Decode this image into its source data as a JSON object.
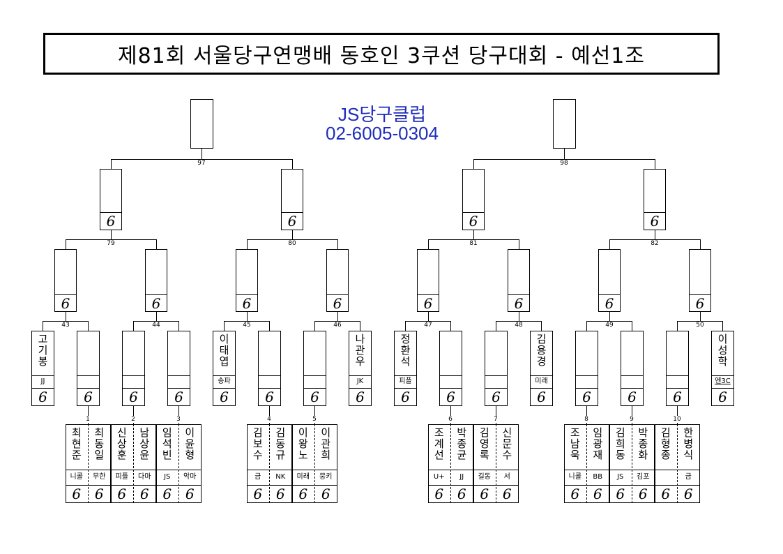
{
  "title": "제81회 서울당구연맹배 동호인 3쿠션 당구대회 - 예선1조",
  "sponsor": {
    "name": "JS당구클럽",
    "phone": "02-6005-0304"
  },
  "score_glyph": "6",
  "match_labels": {
    "m97": "97",
    "m98": "98",
    "m79": "79",
    "m80": "80",
    "m81": "81",
    "m82": "82",
    "m43": "43",
    "m44": "44",
    "m45": "45",
    "m46": "46",
    "m47": "47",
    "m48": "48",
    "m49": "49",
    "m50": "50",
    "m1": "1",
    "m2": "2",
    "m3": "3",
    "m4": "4",
    "m5": "5",
    "m6": "6",
    "m7": "7",
    "m8": "8",
    "m9": "9",
    "m10": "10"
  },
  "byes": [
    {
      "name": "고기봉",
      "club": "JJ"
    },
    {
      "name": "이태엽",
      "club": "송파"
    },
    {
      "name": "나관우",
      "club": "JK"
    },
    {
      "name": "정환석",
      "club": "피플"
    },
    {
      "name": "김용경",
      "club": "미래"
    },
    {
      "name": "이성학",
      "club": "엔3C"
    }
  ],
  "first_round": [
    {
      "name": "최현준",
      "club": "니콜"
    },
    {
      "name": "최동일",
      "club": "무한"
    },
    {
      "name": "신상훈",
      "club": "피플"
    },
    {
      "name": "남상윤",
      "club": "다마"
    },
    {
      "name": "임석빈",
      "club": "JS"
    },
    {
      "name": "이윤형",
      "club": "악마"
    },
    {
      "name": "김보수",
      "club": "금"
    },
    {
      "name": "김동규",
      "club": "NK"
    },
    {
      "name": "이왕노",
      "club": "미래"
    },
    {
      "name": "이관희",
      "club": "뭉키"
    },
    {
      "name": "조계선",
      "club": "U+"
    },
    {
      "name": "박종균",
      "club": "JJ"
    },
    {
      "name": "김영록",
      "club": "길동"
    },
    {
      "name": "신문수",
      "club": "서"
    },
    {
      "name": "조남욱",
      "club": "니콜"
    },
    {
      "name": "임광재",
      "club": "BB"
    },
    {
      "name": "김희동",
      "club": "JS"
    },
    {
      "name": "박종화",
      "club": "김포"
    },
    {
      "name": "김형종",
      "club": ""
    },
    {
      "name": "한병식",
      "club": "금"
    }
  ]
}
